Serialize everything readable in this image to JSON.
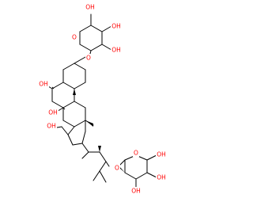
{
  "molecule": {
    "background_color": "#ffffff",
    "bond_color": "#000000",
    "oxygen_color": "#ff0000",
    "labels": {
      "top_sugar_oh_a": "OH",
      "top_sugar_oh_b": "OH",
      "top_sugar_oh_c": "OH",
      "top_sugar_ring_o": "O",
      "top_glycosidic_o": "O",
      "ring_oh_a": "OH",
      "ring_oh_b": "OH",
      "ring_oh_c": "OH",
      "bottom_glycosidic_o": "O",
      "bottom_sugar_ring_o": "O",
      "bottom_sugar_oh_a": "OH",
      "bottom_sugar_oh_b": "OH",
      "bottom_sugar_oh_c": "OH"
    }
  }
}
